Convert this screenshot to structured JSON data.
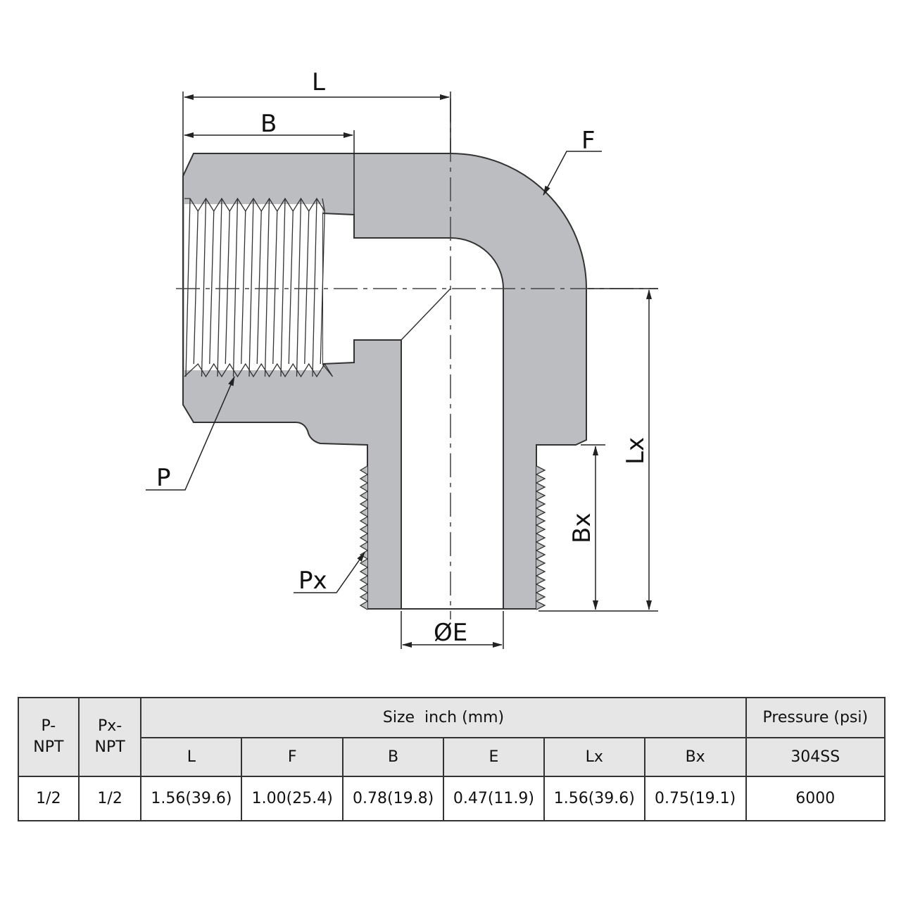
{
  "diagram": {
    "labels": {
      "L": "L",
      "B": "B",
      "F": "F",
      "P": "P",
      "Px": "Px",
      "E": "ØE",
      "Lx": "Lx",
      "Bx": "Bx"
    },
    "colors": {
      "body": "#bcbdc0",
      "line": "#333333"
    }
  },
  "table": {
    "headers": {
      "size": "Size  inch (mm)",
      "pressure": "Pressure (psi)"
    },
    "p_npt_lines": [
      "P-",
      "NPT"
    ],
    "px_npt_lines": [
      "Px-",
      "NPT"
    ],
    "sub_headers": [
      "L",
      "F",
      "B",
      "E",
      "Lx",
      "Bx"
    ],
    "material": "304SS",
    "rows": [
      {
        "p": "1/2",
        "px": "1/2",
        "values": [
          "1.56(39.6)",
          "1.00(25.4)",
          "0.78(19.8)",
          "0.47(11.9)",
          "1.56(39.6)",
          "0.75(19.1)"
        ],
        "pressure": "6000"
      }
    ]
  }
}
